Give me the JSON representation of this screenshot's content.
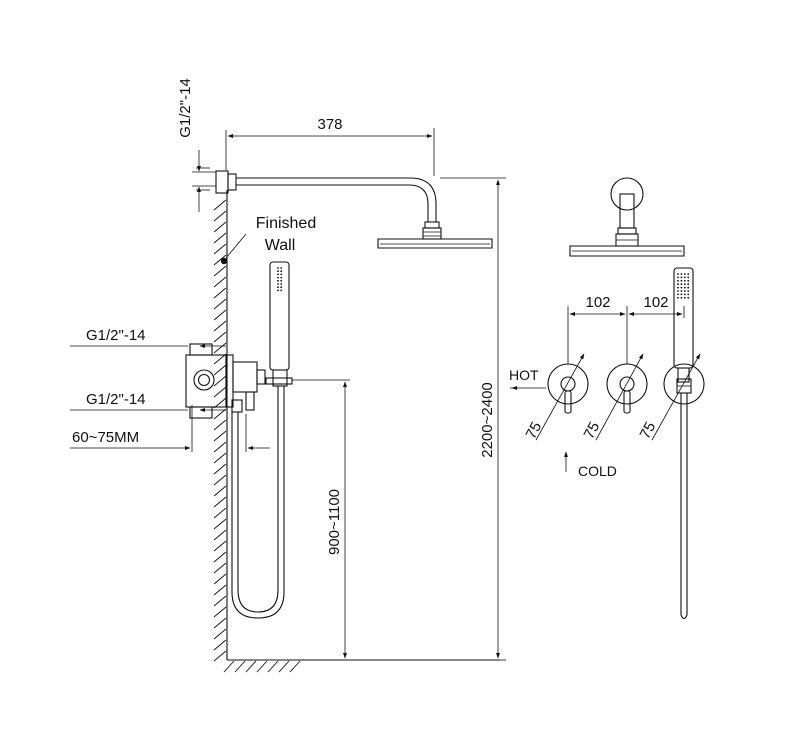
{
  "labels": {
    "finished_wall": [
      "Finished",
      "Wall"
    ],
    "hot": "HOT",
    "cold": "COLD"
  },
  "dimensions": {
    "arm_length": "378",
    "thread_top": "G1/2\"-14",
    "thread_inlet_upper": "G1/2\"-14",
    "thread_inlet_lower": "G1/2\"-14",
    "wall_depth": "60~75MM",
    "total_height": "2200~2400",
    "valve_height": "900~1100",
    "spacing_left": "102",
    "spacing_right": "102",
    "handle_dia_1": "75",
    "handle_dia_2": "75",
    "handle_dia_3": "75"
  },
  "icons": {
    "marker": "dot-marker",
    "arrows": "dimension-arrow"
  },
  "colors": {
    "line": "#111111",
    "background": "#ffffff"
  }
}
